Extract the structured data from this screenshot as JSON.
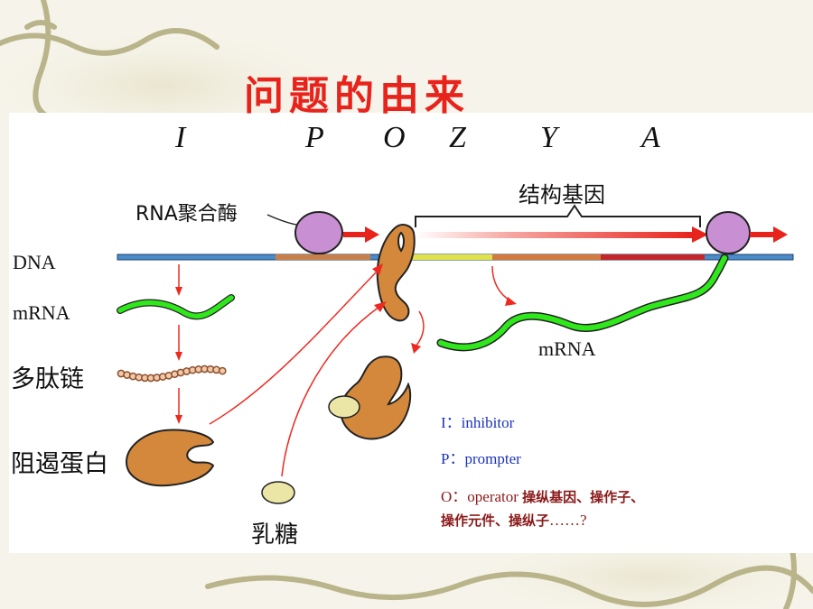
{
  "title": "问题的由来",
  "genes": [
    "I",
    "P",
    "O",
    "Z",
    "Y",
    "A"
  ],
  "labels": {
    "rna_polymerase": "RNA聚合酶",
    "structural_genes": "结构基因",
    "dna": "DNA",
    "mrna_left": "mRNA",
    "polypeptide": "多肽链",
    "repressor": "阻遏蛋白",
    "lactose": "乳糖",
    "mrna_right": "mRNA"
  },
  "legend": {
    "i_key": "I：",
    "i_value": "inhibitor",
    "p_key": "P：",
    "p_value": "prompter",
    "o_key": "O：",
    "o_value": "operator",
    "o_cn_1": "操纵基因、操作子、",
    "o_cn_2": "操作元件、操纵子",
    "o_tail": "……?"
  },
  "colors": {
    "title": "#e8231c",
    "polymerase": "#c98fd3",
    "repressor": "#d4883c",
    "lactose": "#ece6a6",
    "mrna": "#2ee81b",
    "arrow": "#ee2a20",
    "dna": "#4a8cc8",
    "legend_blue": "#1b33b8",
    "legend_dark": "#8b1a1a"
  }
}
